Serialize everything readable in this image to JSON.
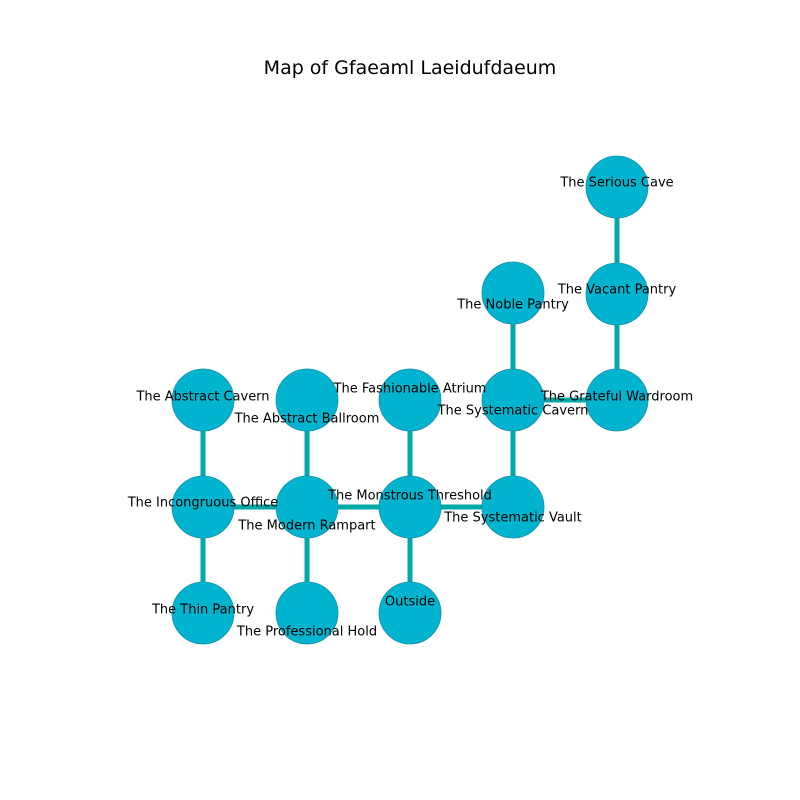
{
  "title": "Map of Gfaeaml Laeidufdaeum",
  "colors": {
    "node": "#00b4d0",
    "node_stroke": "#1a8fa3",
    "edge": "#00a8a8",
    "text": "#000000"
  },
  "rooms": [
    {
      "id": "serious-cave",
      "name": "The Serious Cave"
    },
    {
      "id": "vacant-pantry",
      "name": "The Vacant Pantry"
    },
    {
      "id": "noble-pantry",
      "name": "The Noble Pantry"
    },
    {
      "id": "abstract-cavern",
      "name": "The Abstract Cavern"
    },
    {
      "id": "abstract-ballroom",
      "name": "The Abstract Ballroom"
    },
    {
      "id": "fashionable-atrium",
      "name": "The Fashionable Atrium"
    },
    {
      "id": "systematic-cavern",
      "name": "The Systematic Cavern"
    },
    {
      "id": "grateful-wardroom",
      "name": "The Grateful Wardroom"
    },
    {
      "id": "incongruous-office",
      "name": "The Incongruous Office"
    },
    {
      "id": "modern-rampart",
      "name": "The Modern Rampart"
    },
    {
      "id": "monstrous-threshold",
      "name": "The Monstrous Threshold"
    },
    {
      "id": "systematic-vault",
      "name": "The Systematic Vault"
    },
    {
      "id": "thin-pantry",
      "name": "The Thin Pantry"
    },
    {
      "id": "professional-hold",
      "name": "The Professional Hold"
    },
    {
      "id": "outside",
      "name": "Outside"
    }
  ],
  "connections": [
    [
      "serious-cave",
      "vacant-pantry"
    ],
    [
      "vacant-pantry",
      "grateful-wardroom"
    ],
    [
      "grateful-wardroom",
      "systematic-cavern"
    ],
    [
      "noble-pantry",
      "systematic-cavern"
    ],
    [
      "systematic-cavern",
      "systematic-vault"
    ],
    [
      "systematic-vault",
      "monstrous-threshold"
    ],
    [
      "fashionable-atrium",
      "monstrous-threshold"
    ],
    [
      "monstrous-threshold",
      "outside"
    ],
    [
      "monstrous-threshold",
      "modern-rampart"
    ],
    [
      "abstract-ballroom",
      "modern-rampart"
    ],
    [
      "modern-rampart",
      "professional-hold"
    ],
    [
      "modern-rampart",
      "incongruous-office"
    ],
    [
      "abstract-cavern",
      "incongruous-office"
    ],
    [
      "incongruous-office",
      "thin-pantry"
    ]
  ]
}
